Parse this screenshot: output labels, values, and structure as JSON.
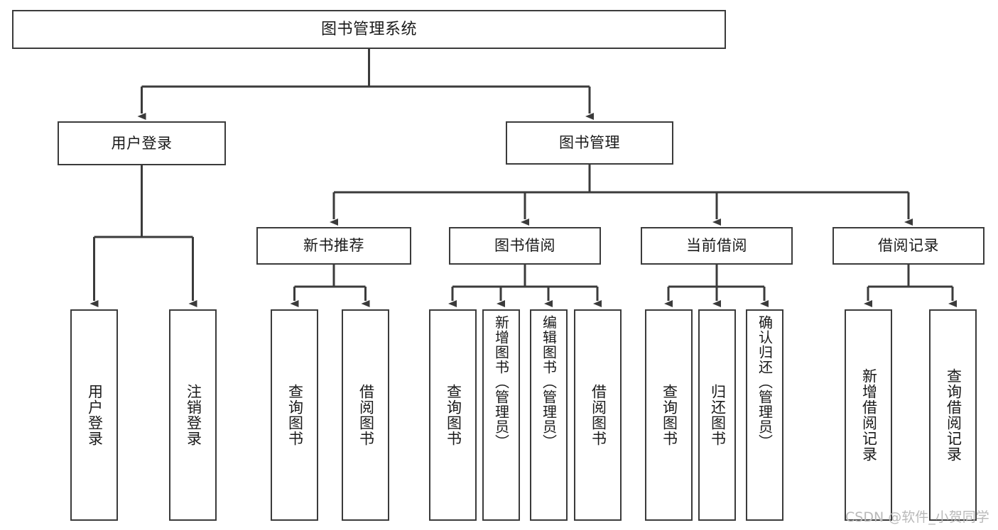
{
  "diagram": {
    "title": "图书管理系统",
    "type": "functional-structure-tree",
    "root": {
      "label": "图书管理系统"
    },
    "level2": [
      {
        "label": "用户登录"
      },
      {
        "label": "图书管理"
      }
    ],
    "level3": [
      {
        "label": "新书推荐"
      },
      {
        "label": "图书借阅"
      },
      {
        "label": "当前借阅"
      },
      {
        "label": "借阅记录"
      }
    ],
    "leaves": {
      "user_login": [
        {
          "label": "用户登录"
        },
        {
          "label": "注销登录"
        }
      ],
      "new_book_recommend": [
        {
          "label": "查询图书"
        },
        {
          "label": "借阅图书"
        }
      ],
      "book_borrow": [
        {
          "label": "查询图书"
        },
        {
          "label": "新增图书（管理员）"
        },
        {
          "label": "编辑图书（管理员）"
        },
        {
          "label": "借阅图书"
        }
      ],
      "current_borrow": [
        {
          "label": "查询图书"
        },
        {
          "label": "归还图书"
        },
        {
          "label": "确认归还（管理员）"
        }
      ],
      "borrow_record": [
        {
          "label": "新增借阅记录"
        },
        {
          "label": "查询借阅记录"
        }
      ]
    }
  },
  "watermark": {
    "text": "CSDN @软件_小贺同学"
  },
  "colors": {
    "stroke": "#3b3b3b",
    "fill": "#ffffff",
    "text": "#1a1a1a",
    "watermark": "#b9b9b9"
  }
}
